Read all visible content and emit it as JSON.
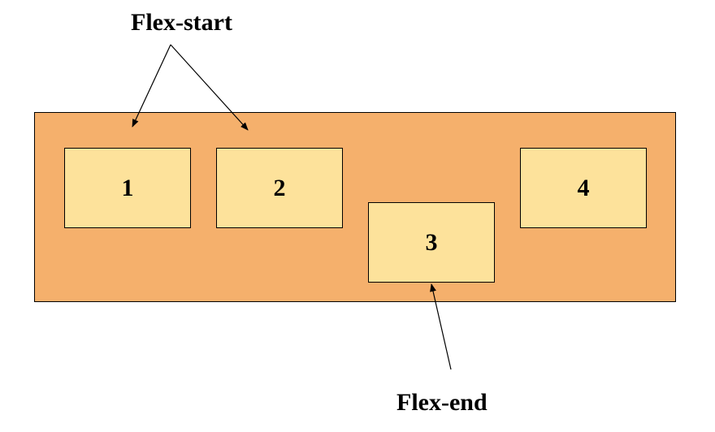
{
  "labels": {
    "top": "Flex-start",
    "bottom": "Flex-end"
  },
  "items": [
    "1",
    "2",
    "3",
    "4"
  ],
  "colors": {
    "container_fill": "#f5b06c",
    "item_fill": "#fde29b",
    "stroke": "#000000"
  }
}
